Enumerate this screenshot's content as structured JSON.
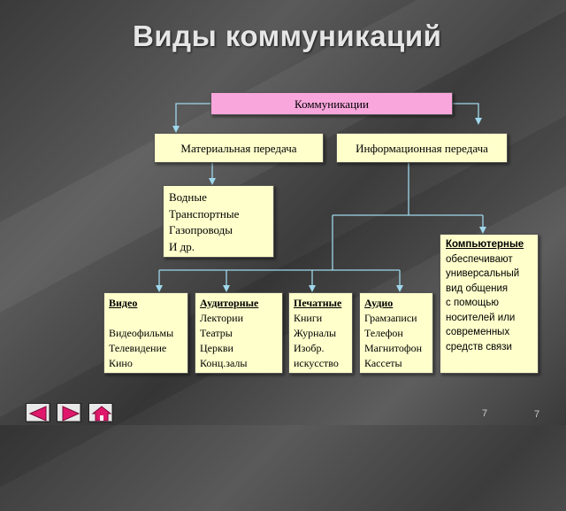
{
  "title": "Виды коммуникаций",
  "root": "Коммуникации",
  "material": "Материальная передача",
  "information": "Информационная передача",
  "material_items": [
    "Водные",
    "Транспортные",
    "Газопроводы",
    "И др."
  ],
  "leaves": {
    "video": {
      "head": "Видео",
      "items": [
        "Видеофильмы",
        "Телевидение",
        "Кино"
      ]
    },
    "auditory": {
      "head": "Аудиторные",
      "items": [
        "Лектории",
        "Театры",
        "Церкви",
        "Конц.залы"
      ]
    },
    "print": {
      "head": "Печатные",
      "items": [
        "Книги",
        "Журналы",
        "Изобр.",
        "искусство"
      ]
    },
    "audio": {
      "head": "Аудио",
      "items": [
        "Грамзаписи",
        "Телефон",
        "Магнитофон",
        "Кассеты"
      ]
    }
  },
  "computer": {
    "head": "Компьютерные",
    "lines": [
      "обеспечивают",
      "универсальный",
      "вид общения",
      "с помощью",
      "носителей или",
      "современных",
      "средств связи"
    ]
  },
  "page_numbers": [
    "7",
    "7"
  ],
  "colors": {
    "root": "#f9a6dc",
    "box": "#ffffcc",
    "connector": "#9fd8ec",
    "nav_arrow": "#e0186c"
  },
  "icons": {
    "prev": "arrow-left-icon",
    "next": "arrow-right-icon",
    "home": "home-icon"
  }
}
